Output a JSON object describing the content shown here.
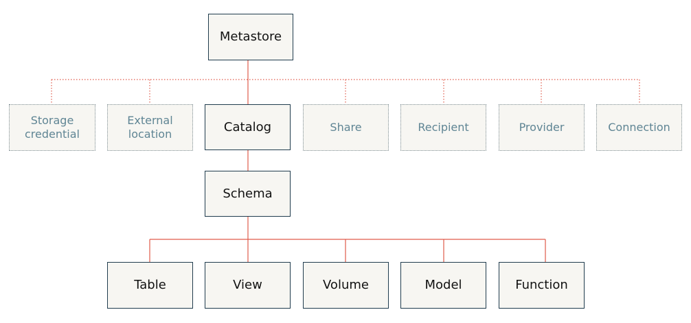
{
  "diagram": {
    "metastore": "Metastore",
    "securables": {
      "storage_credential": "Storage credential",
      "external_location": "External location",
      "catalog": "Catalog",
      "share": "Share",
      "recipient": "Recipient",
      "provider": "Provider",
      "connection": "Connection"
    },
    "schema": "Schema",
    "objects": {
      "table": "Table",
      "view": "View",
      "volume": "Volume",
      "model": "Model",
      "function": "Function"
    },
    "colors": {
      "connector": "#e05a4a",
      "box_fill": "#f7f6f2",
      "box_border": "#1f3b4d",
      "secondary_text": "#5f8594"
    }
  }
}
